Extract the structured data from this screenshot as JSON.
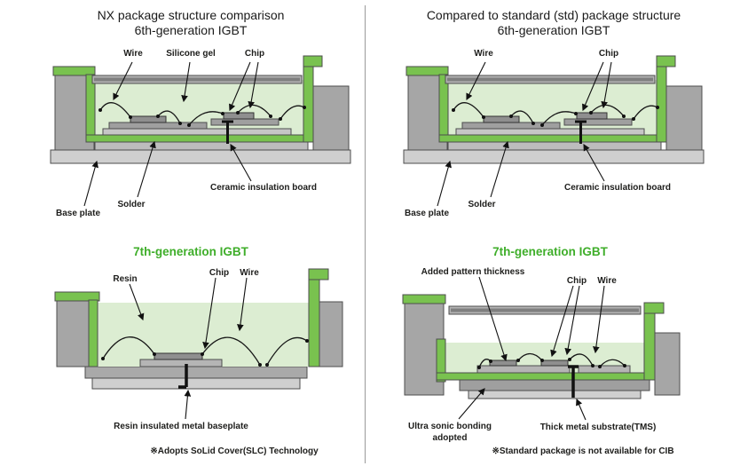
{
  "left": {
    "title_line1": "NX package structure comparison",
    "title_line2": "6th-generation IGBT",
    "gen6": {
      "labels": {
        "wire": "Wire",
        "silicone_gel": "Silicone gel",
        "chip": "Chip",
        "ceramic_board": "Ceramic insulation board",
        "solder": "Solder",
        "base_plate": "Base plate"
      }
    },
    "gen7": {
      "title": "7th-generation IGBT",
      "labels": {
        "resin": "Resin",
        "chip": "Chip",
        "wire": "Wire",
        "metal_baseplate": "Resin insulated metal baseplate"
      },
      "note": "※Adopts SoLid Cover(SLC) Technology"
    }
  },
  "right": {
    "title_line1": "Compared to standard (std) package structure",
    "title_line2": "6th-generation IGBT",
    "gen6": {
      "labels": {
        "wire": "Wire",
        "chip": "Chip",
        "ceramic_board": "Ceramic insulation board",
        "solder": "Solder",
        "base_plate": "Base plate"
      }
    },
    "gen7": {
      "title": "7th-generation IGBT",
      "labels": {
        "added_pattern_thickness": "Added pattern thickness",
        "chip": "Chip",
        "wire": "Wire",
        "ultrasonic": "Ultra sonic bonding\nadopted",
        "tms": "Thick metal substrate(TMS)"
      },
      "note": "※Standard package is not available for CIB"
    }
  },
  "colors": {
    "case_green": "#79c24f",
    "gel_green": "#dcedd2",
    "title_green": "#3fae2a",
    "metal_gray": "#a6a6a6",
    "light_gray": "#cfcfcf"
  }
}
